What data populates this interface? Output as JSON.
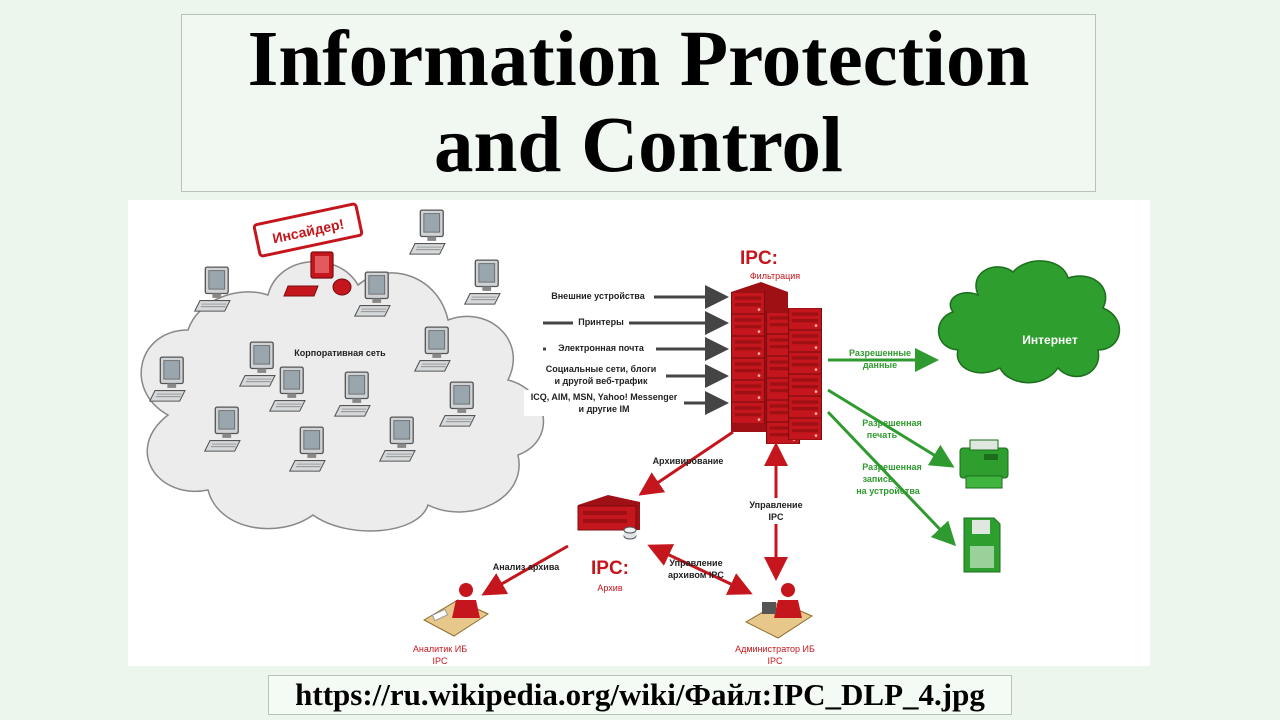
{
  "title": {
    "line1": "Information Protection",
    "line2": "and Control"
  },
  "source_url": "https://ru.wikipedia.org/wiki/Файл:IPC_DLP_4.jpg",
  "diagram": {
    "insider_label": "Инсайдер!",
    "corporate_network_label": "Корпоративная сеть",
    "filter_title": "IPC:",
    "filter_subtitle": "Фильтрация",
    "channels": [
      {
        "line1": "Внешние устройства",
        "line2": ""
      },
      {
        "line1": "Принтеры",
        "line2": ""
      },
      {
        "line1": "Электронная почта",
        "line2": ""
      },
      {
        "line1": "Социальные сети, блоги",
        "line2": "и другой веб-трафик"
      },
      {
        "line1": "ICQ, AIM, MSN,  Yahoo! Messenger",
        "line2": "и другие IM"
      }
    ],
    "internet_label": "Интернет",
    "allowed_outputs": [
      {
        "lines": [
          "Разрешенные",
          "данные"
        ]
      },
      {
        "lines": [
          "Разрешенная",
          "печать"
        ]
      },
      {
        "lines": [
          "Разрешенная",
          "запись",
          "на устройства"
        ]
      }
    ],
    "archiving_label": "Архивирование",
    "ipc_management": [
      "Управление",
      "IPC"
    ],
    "archive_title": "IPC:",
    "archive_subtitle": "Архив",
    "archive_analysis_label": "Анализ архива",
    "archive_management": [
      "Управление",
      "архивом IPC"
    ],
    "analyst_role": [
      "Аналитик ИБ",
      "IPC"
    ],
    "admin_role": [
      "Администратор ИБ",
      "IPC"
    ]
  },
  "colors": {
    "ipc_red": "#c4161c",
    "allowed_green": "#2f9a2f",
    "arrow_dark": "#444444",
    "cloud_gray": "#ececec",
    "internet_green": "#2e9e2e"
  }
}
